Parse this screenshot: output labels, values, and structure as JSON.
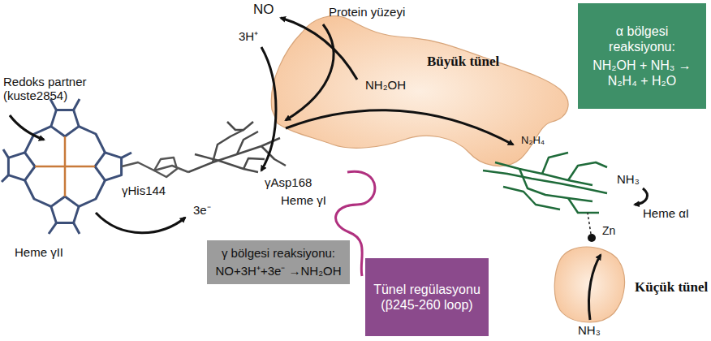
{
  "diagram": {
    "nodes": [
      {
        "text": [
          "α bölgesi reaksiyonu:",
          "NH₂OH + NH₃ → N₂H₄ + H₂O"
        ]
      },
      {
        "text": [
          "γ bölgesi reaksiyonu:",
          "NO+3H⁺+3e⁻ →NH₂OH"
        ]
      },
      {
        "text": [
          "Tünel regülasyonu (β245-260 loop)"
        ]
      }
    ],
    "edges": [],
    "labels": [
      "NO",
      "Protein yüzeyi",
      "3H⁺",
      "Büyük tünel",
      "NH₂OH",
      "N₂H₄",
      "Redoks partner (kuste2854)",
      "γAsp168",
      "γHis144",
      "Heme γI",
      "3e⁻",
      "Heme γII",
      "NH₃",
      "Heme αI",
      "Zn",
      "Küçük tünel",
      "NH₃"
    ]
  }
}
